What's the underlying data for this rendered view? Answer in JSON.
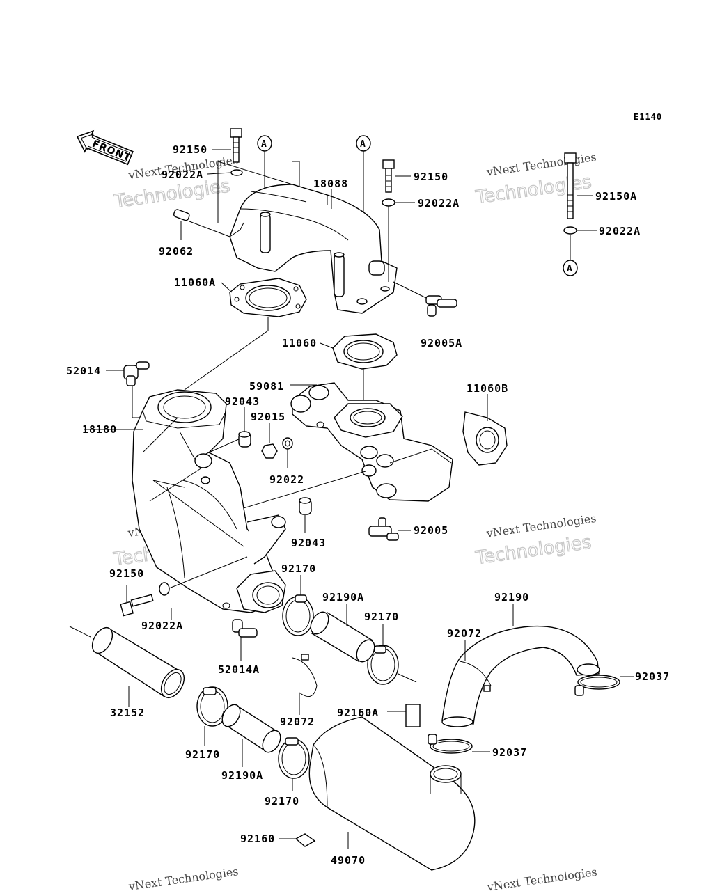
{
  "diagram": {
    "code": "E1140",
    "front_label": "FRONT",
    "ref_mark": "A",
    "watermark_line1": "vNext Technologies",
    "watermark_line2": "Technologies",
    "parts": {
      "p92150_top": "92150",
      "p92022a_top": "92022A",
      "p18088": "18088",
      "p92150_mid": "92150",
      "p92022a_mid": "92022A",
      "p92150a": "92150A",
      "p92022a_right": "92022A",
      "p92062": "92062",
      "p11060a": "11060A",
      "p92005a": "92005A",
      "p11060": "11060",
      "p52014": "52014",
      "p59081": "59081",
      "p11060b": "11060B",
      "p92043_top": "92043",
      "p92015": "92015",
      "p18180": "18180",
      "p92022": "92022",
      "p92043_bot": "92043",
      "p92005": "92005",
      "p92170_a": "92170",
      "p92150_low": "92150",
      "p92190a_top": "92190A",
      "p92190": "92190",
      "p92170_b": "92170",
      "p92022a_low": "92022A",
      "p92072_right": "92072",
      "p52014a": "52014A",
      "p92037_right": "92037",
      "p32152": "32152",
      "p92160a": "92160A",
      "p92072_mid": "92072",
      "p92037_mid": "92037",
      "p92170_c": "92170",
      "p92190a_bot": "92190A",
      "p92170_d": "92170",
      "p92160": "92160",
      "p49070": "49070"
    }
  }
}
